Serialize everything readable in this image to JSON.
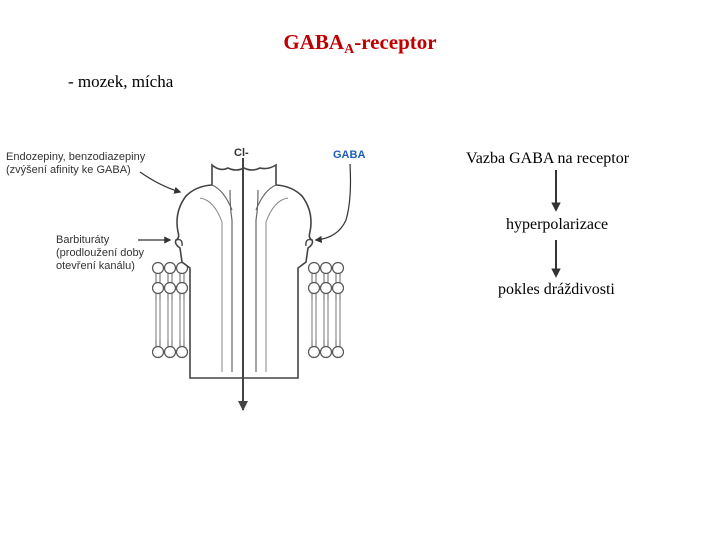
{
  "title": {
    "main": "GABA",
    "sub": "A",
    "rest": "-receptor"
  },
  "subtitle": "- mozek, mícha",
  "diagram": {
    "cl_label": "Cl-",
    "gaba_label": "GABA",
    "endo_line1": "Endozepiny, benzodiazepiny",
    "endo_line2": "(zvýšení afinity ke GABA)",
    "barb_line1": "Barbituráty",
    "barb_line2": "(prodloužení doby",
    "barb_line3": "otevření kanálu)"
  },
  "flow": {
    "step1": "Vazba GABA na receptor",
    "step2": "hyperpolarizace",
    "step3": "pokles dráždivosti"
  },
  "colors": {
    "title": "#c00000",
    "ink": "#333333",
    "gaba_label": "#1a5fb4"
  }
}
